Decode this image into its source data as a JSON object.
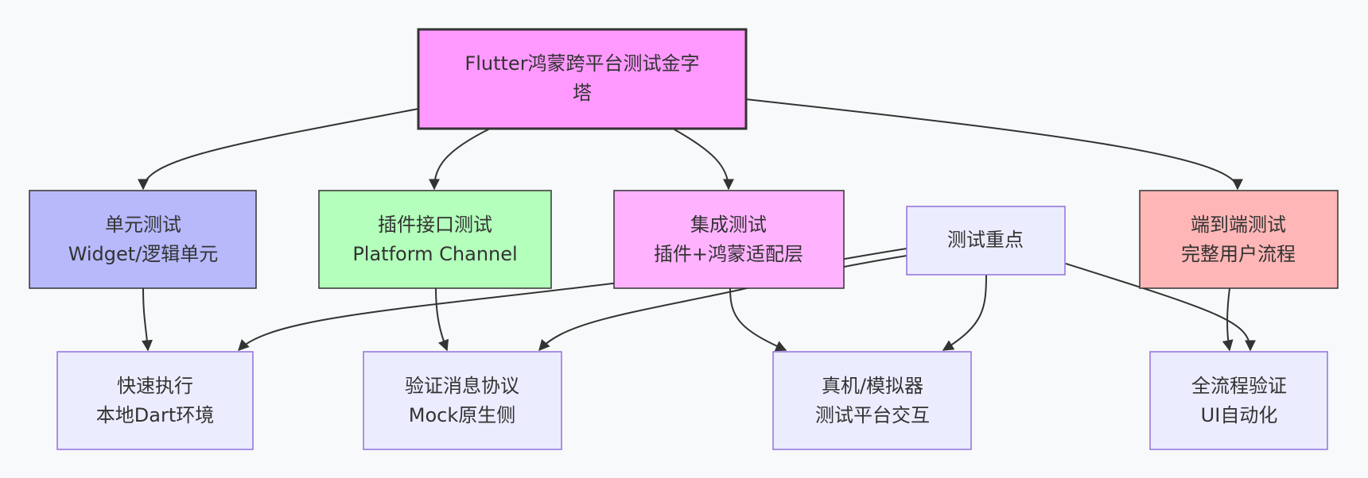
{
  "diagram": {
    "nodes": {
      "root": {
        "lines": [
          "Flutter鸿蒙跨平台测试金字",
          "塔"
        ],
        "fill": "#ff99ff",
        "stroke": "#333333"
      },
      "unit": {
        "lines": [
          "单元测试",
          "Widget/逻辑单元"
        ],
        "fill": "#b7b9fb",
        "stroke": "#333333"
      },
      "plugin": {
        "lines": [
          "插件接口测试",
          "Platform Channel"
        ],
        "fill": "#b3ffbb",
        "stroke": "#333333"
      },
      "integ": {
        "lines": [
          "集成测试",
          "插件+鸿蒙适配层"
        ],
        "fill": "#ffb3ff",
        "stroke": "#333333"
      },
      "focus": {
        "lines": [
          "测试重点"
        ],
        "fill": "#ececff",
        "stroke": "#9370db"
      },
      "e2e": {
        "lines": [
          "端到端测试",
          "完整用户流程"
        ],
        "fill": "#ffb6b6",
        "stroke": "#333333"
      },
      "fast": {
        "lines": [
          "快速执行",
          "本地Dart环境"
        ],
        "fill": "#ececff",
        "stroke": "#9370db"
      },
      "verify": {
        "lines": [
          "验证消息协议",
          "Mock原生侧"
        ],
        "fill": "#ececff",
        "stroke": "#9370db"
      },
      "device": {
        "lines": [
          "真机/模拟器",
          "测试平台交互"
        ],
        "fill": "#ececff",
        "stroke": "#9370db"
      },
      "fullflow": {
        "lines": [
          "全流程验证",
          "UI自动化"
        ],
        "fill": "#ececff",
        "stroke": "#9370db"
      }
    },
    "edges": [
      {
        "from": "root",
        "to": "unit"
      },
      {
        "from": "root",
        "to": "plugin"
      },
      {
        "from": "root",
        "to": "integ"
      },
      {
        "from": "root",
        "to": "e2e"
      },
      {
        "from": "unit",
        "to": "fast"
      },
      {
        "from": "plugin",
        "to": "verify"
      },
      {
        "from": "integ",
        "to": "device"
      },
      {
        "from": "e2e",
        "to": "fullflow"
      },
      {
        "from": "focus",
        "to": "fast"
      },
      {
        "from": "focus",
        "to": "verify"
      },
      {
        "from": "focus",
        "to": "device"
      },
      {
        "from": "focus",
        "to": "fullflow"
      }
    ],
    "edge_color": "#333333"
  }
}
